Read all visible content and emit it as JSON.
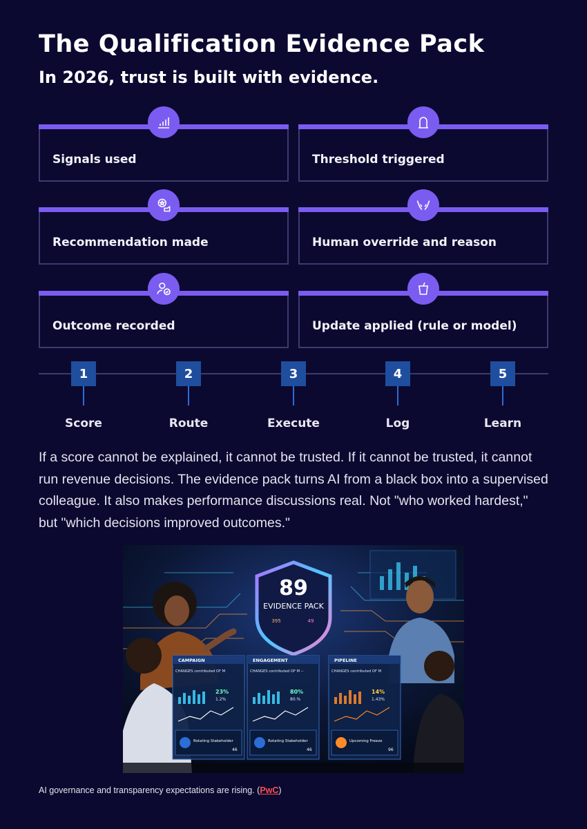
{
  "header": {
    "title": "The Qualification Evidence Pack",
    "subtitle": "In 2026, trust is built with evidence."
  },
  "cards": [
    {
      "label": "Signals used",
      "icon": "bar-chart-icon"
    },
    {
      "label": "Threshold triggered",
      "icon": "bell-icon"
    },
    {
      "label": "Recommendation made",
      "icon": "award-hand-icon"
    },
    {
      "label": "Human override and reason",
      "icon": "hands-icon"
    },
    {
      "label": "Outcome recorded",
      "icon": "user-check-icon"
    },
    {
      "label": "Update applied (rule or model)",
      "icon": "cup-icon"
    }
  ],
  "steps": [
    {
      "num": "1",
      "label": "Score"
    },
    {
      "num": "2",
      "label": "Route"
    },
    {
      "num": "3",
      "label": "Execute"
    },
    {
      "num": "4",
      "label": "Log"
    },
    {
      "num": "5",
      "label": "Learn"
    }
  ],
  "body": {
    "paragraph": "If a score cannot be explained, it cannot be trusted. If it cannot be trusted, it cannot run revenue decisions. The evidence pack turns AI from a black box into a supervised colleague. It also makes performance discussions real. Not \"who worked hardest,\" but \"which decisions improved outcomes.\""
  },
  "hero": {
    "score": "89",
    "badge": "EVIDENCE PACK",
    "badge_left": "395",
    "badge_right": "49",
    "panels": [
      {
        "title": "CAMPAIGN",
        "subtitle": "CHANGES contributed OF M",
        "stat1": "23%",
        "stat2": "1.2%",
        "insight": "Rotating Stakeholder",
        "num": "46"
      },
      {
        "title": "ENGAGEMENT",
        "subtitle": "CHANGES contributed OF M --",
        "stat1": "80%",
        "stat2": "80.%",
        "insight": "Rotating Stakeholder",
        "num": "46"
      },
      {
        "title": "PIPELINE",
        "subtitle": "CHANGES contributed OF M",
        "stat1": "14%",
        "stat2": "1.43%",
        "insight": "Upcoming Freeze",
        "num": "96"
      }
    ],
    "colors": {
      "accent": "#7b5cf0",
      "panel": "#0f2248",
      "orange": "#ff8a2a",
      "cyan": "#3fd4ff"
    }
  },
  "footnote": {
    "text": "AI governance and transparency expectations are rising. (",
    "link": "PwC",
    "close": ")"
  }
}
